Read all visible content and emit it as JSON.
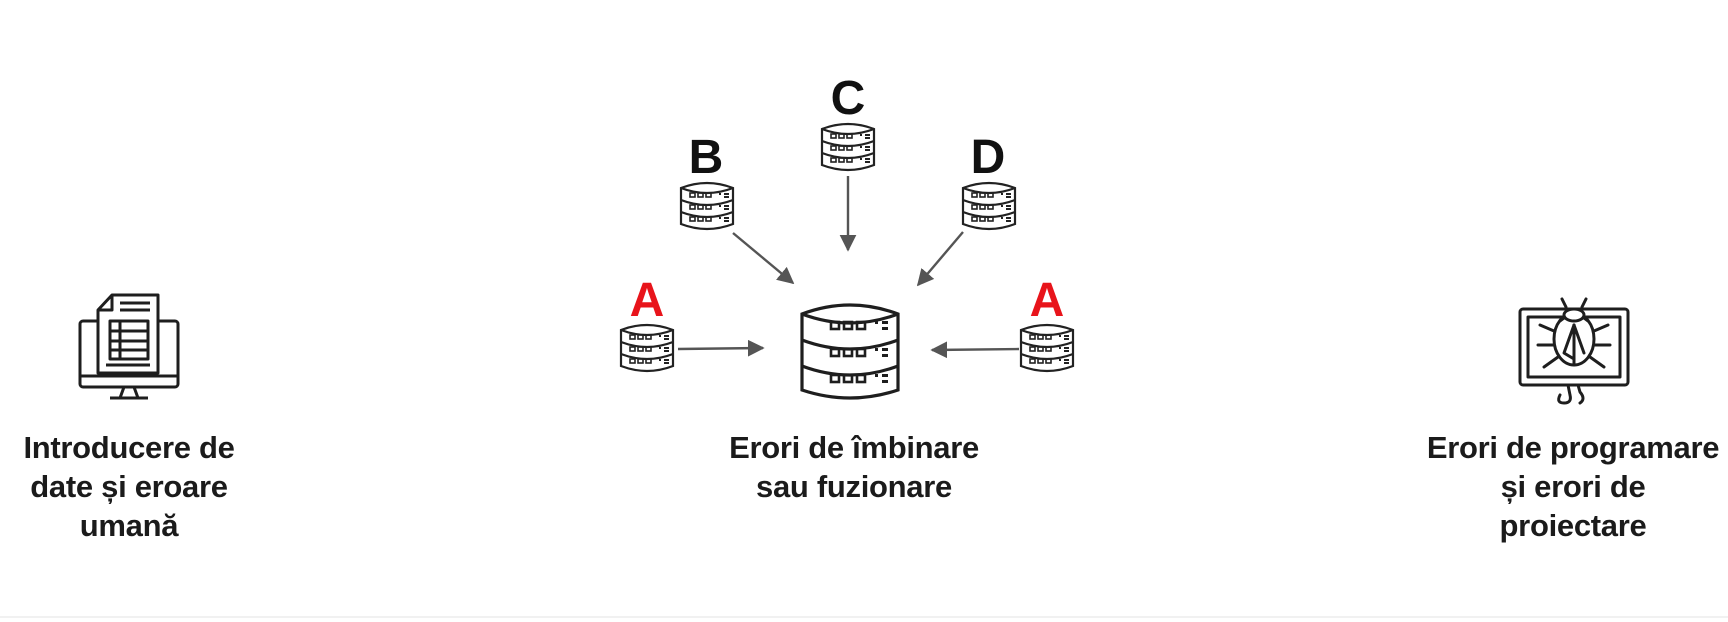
{
  "captions": {
    "left": [
      "Introducere de",
      "date și eroare",
      "umană"
    ],
    "middle": [
      "Erori de îmbinare",
      "sau fuzionare"
    ],
    "right": [
      "Erori de programare",
      "și erori de",
      "proiectare"
    ]
  },
  "sources": {
    "a_left": "A",
    "b": "B",
    "c": "C",
    "d": "D",
    "a_right": "A"
  },
  "icons": {
    "left": "computer-spreadsheet-icon",
    "middle": "central-database-icon",
    "right": "computer-bug-icon",
    "source": "database-icon"
  },
  "colors": {
    "duplicate_label": "#e8141b",
    "label": "#111111",
    "arrow": "#555555",
    "outline": "#222222"
  }
}
